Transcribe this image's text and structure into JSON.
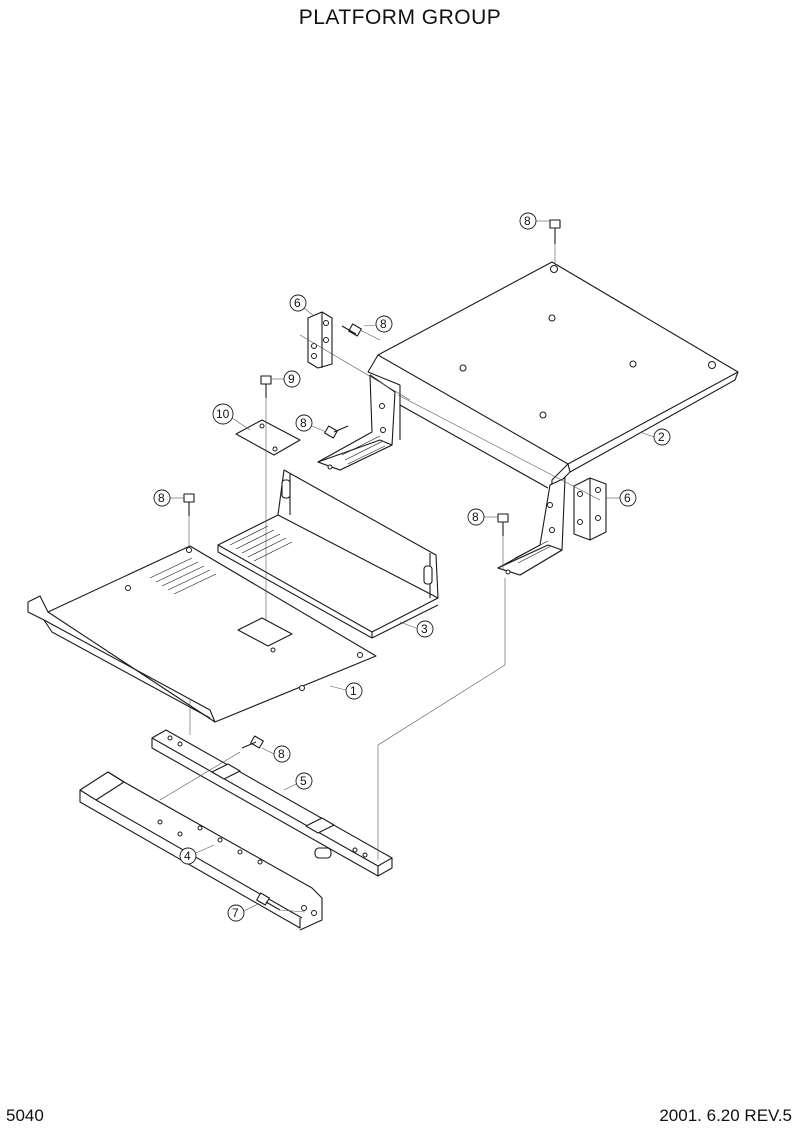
{
  "title": "PLATFORM GROUP",
  "page_number": "5040",
  "revision": "2001. 6.20 REV.5",
  "callouts": [
    "1",
    "2",
    "3",
    "4",
    "5",
    "6",
    "6",
    "7",
    "8",
    "8",
    "8",
    "8",
    "8",
    "8",
    "9",
    "10"
  ]
}
